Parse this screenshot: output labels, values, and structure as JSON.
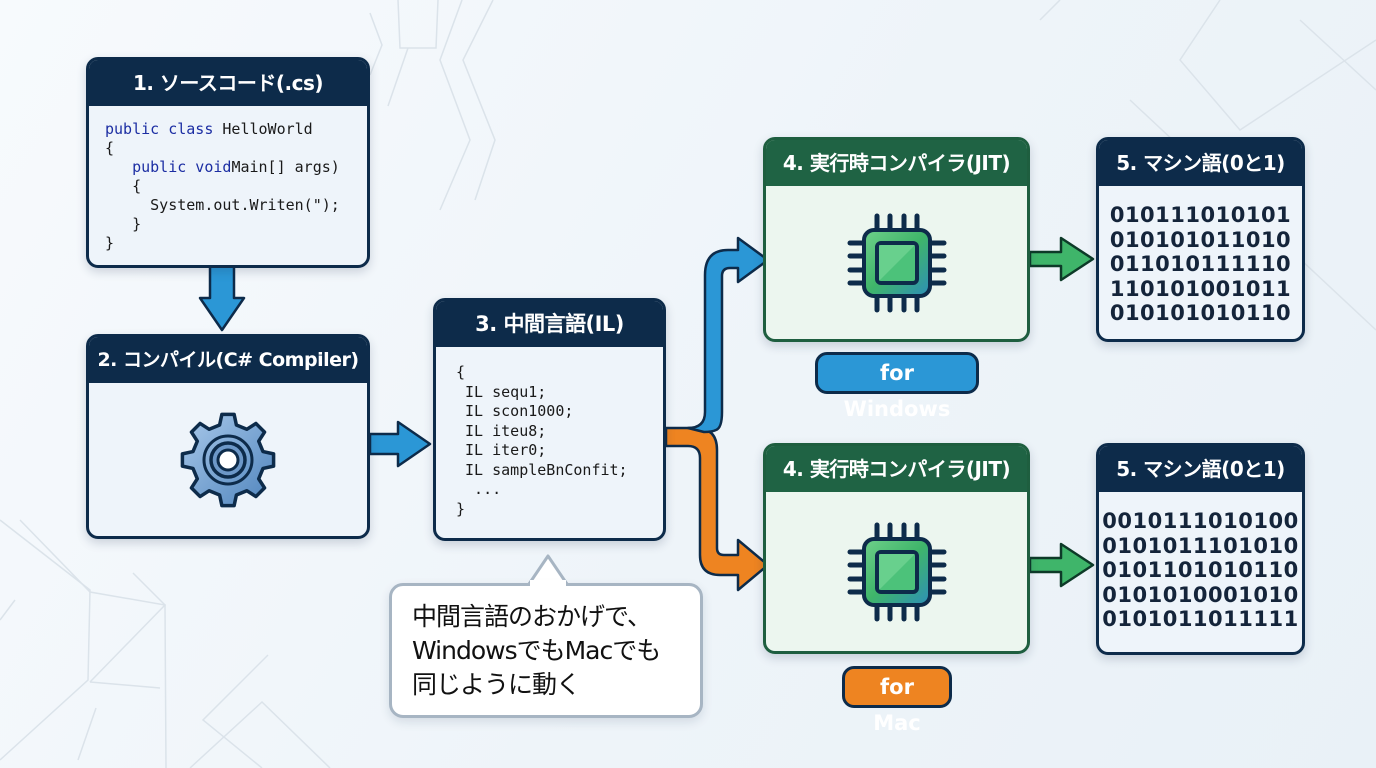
{
  "diagram": {
    "title": "C# compile and JIT pipeline",
    "colors": {
      "navy": "#0d2b4a",
      "green_header": "#1f6344",
      "blue_arrow": "#2b97d6",
      "orange_arrow": "#ee8421",
      "green_arrow": "#3fb56a"
    }
  },
  "source": {
    "title": "1. ソースコード(.cs)",
    "lines": [
      {
        "kw": "public class",
        "rest": " HelloWorld"
      },
      {
        "kw": "",
        "rest": "{"
      },
      {
        "kw": "   public void",
        "rest": "Main[] args)"
      },
      {
        "kw": "",
        "rest": "   {"
      },
      {
        "kw": "",
        "rest": "     System.out.Writen(\");"
      },
      {
        "kw": "",
        "rest": "   }"
      },
      {
        "kw": "",
        "rest": "}"
      }
    ]
  },
  "compile": {
    "title": "2. コンパイル(C# Compiler)",
    "icon": "gear-icon"
  },
  "il": {
    "title": "3. 中間言語(IL)",
    "lines": [
      "{",
      " IL sequ1;",
      " IL scon1000;",
      " IL iteu8;",
      " IL iter0;",
      " IL sampleBnConfit;",
      "  ...",
      "}"
    ]
  },
  "jit_windows": {
    "title": "4. 実行時コンパイラ(JIT)",
    "icon": "cpu-chip-icon",
    "platform_label": "for Windows"
  },
  "jit_mac": {
    "title": "4. 実行時コンパイラ(JIT)",
    "icon": "cpu-chip-icon",
    "platform_label": "for Mac"
  },
  "machine_windows": {
    "title": "5. マシン語(0と1)",
    "lines": [
      "010111010101",
      "010101011010",
      "011010111110",
      "110101001011",
      "010101010110"
    ]
  },
  "machine_mac": {
    "title": "5. マシン語(0と1)",
    "lines": [
      "0010111010100",
      "0101011101010",
      "0101101010110",
      "0101010001010",
      "0101011011111"
    ]
  },
  "callout": {
    "lines": [
      "中間言語のおかげで、",
      "WindowsでもMacでも",
      "同じように動く"
    ]
  }
}
